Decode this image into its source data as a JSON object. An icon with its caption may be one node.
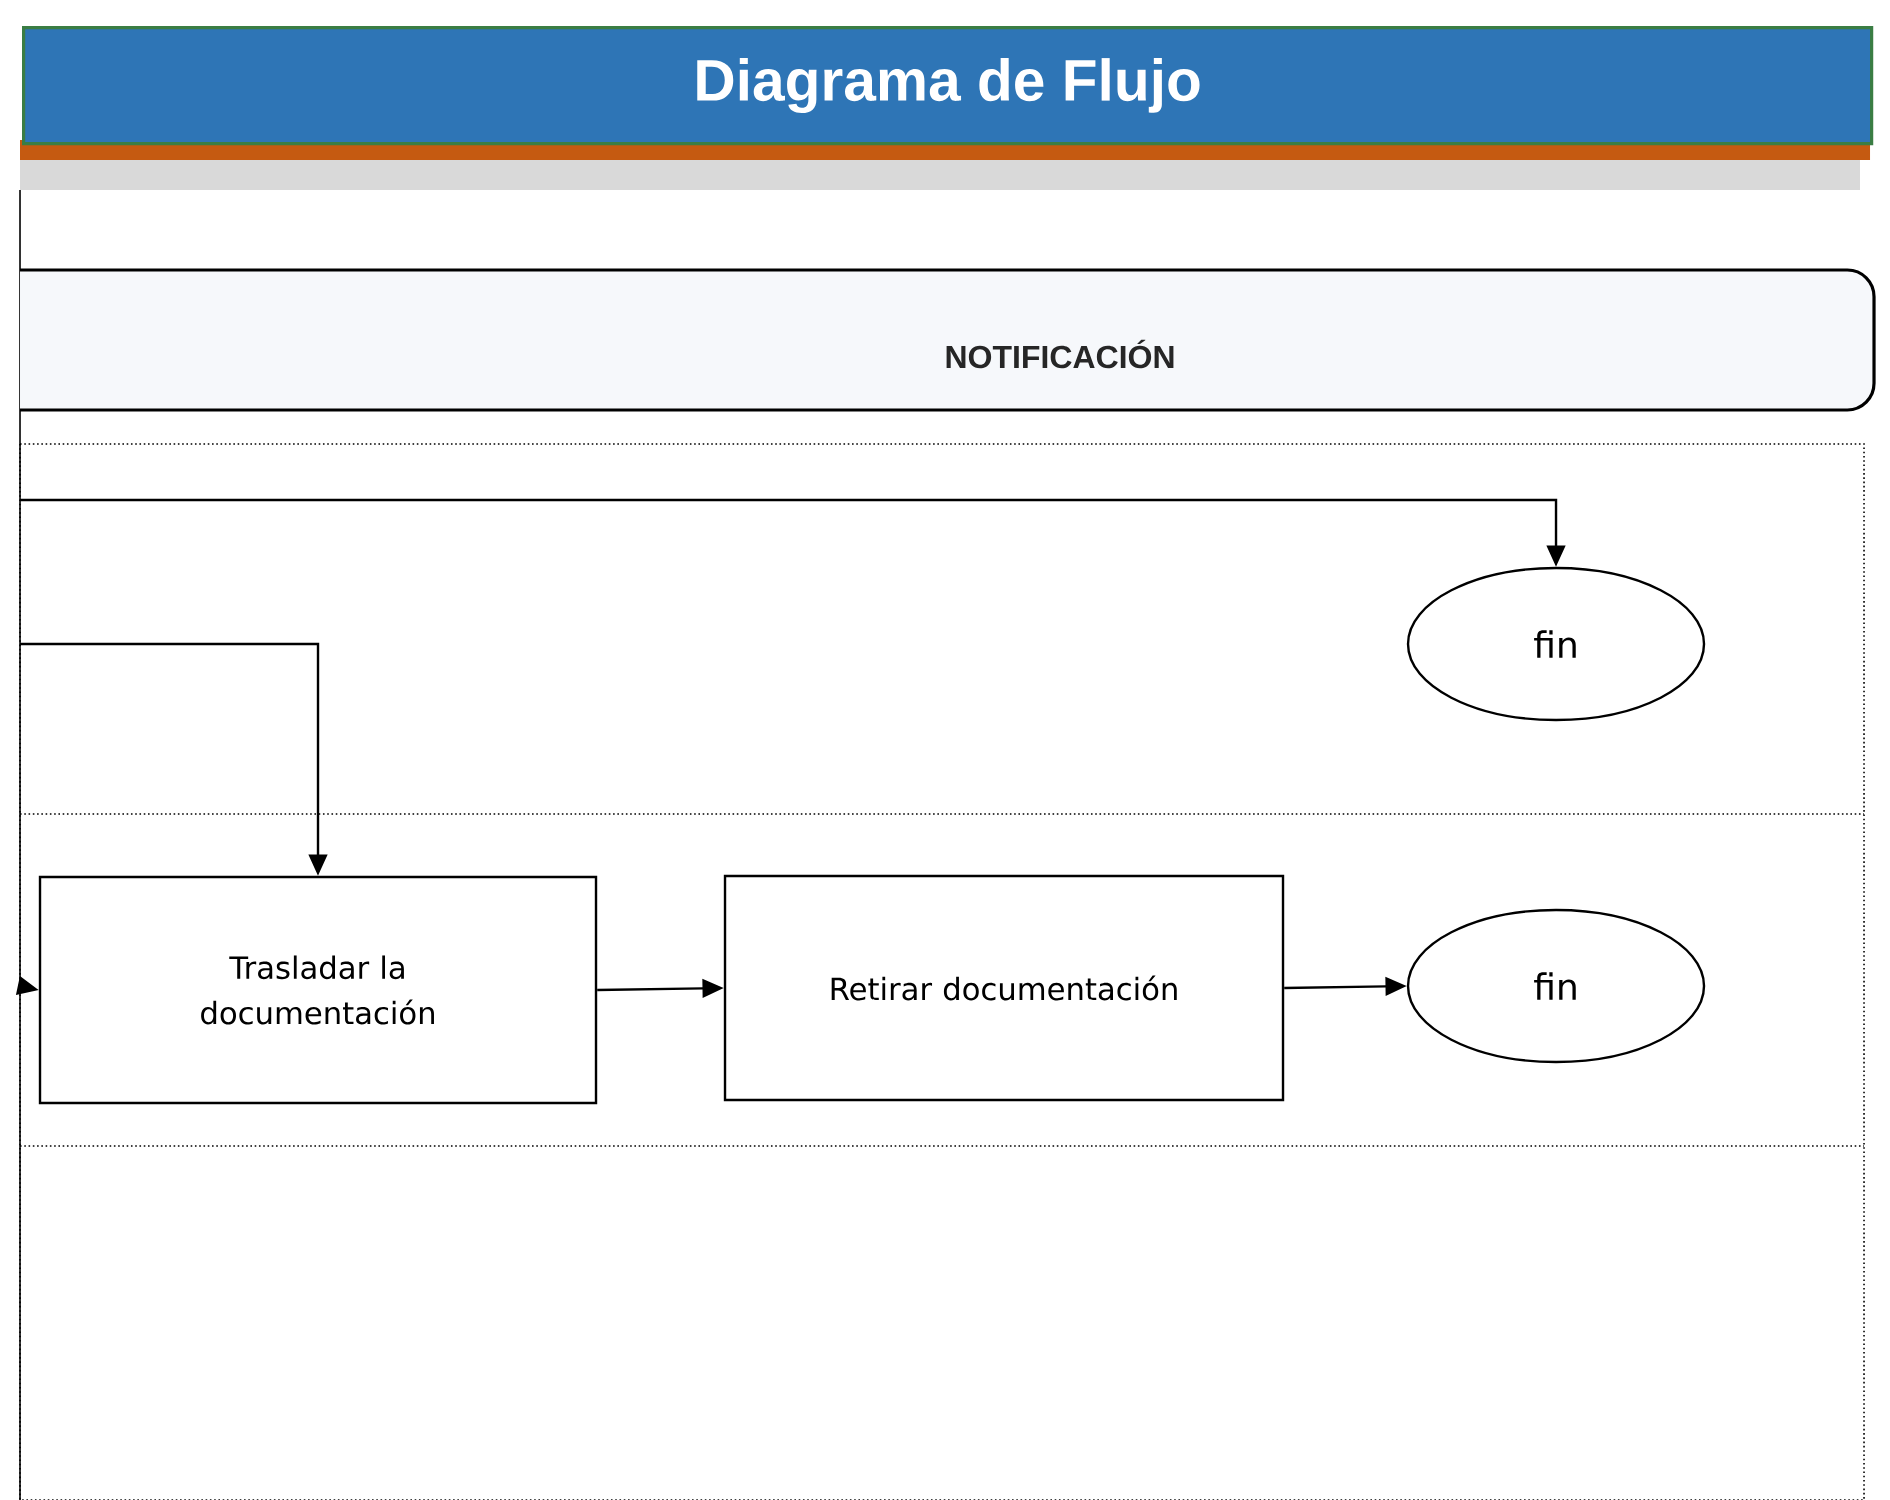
{
  "diagram": {
    "title": "Diagrama de Flujo",
    "nodes": [
      {
        "text": [
          "NOTIFICACIÓN"
        ]
      },
      {
        "text": [
          "fin"
        ]
      },
      {
        "text": [
          "Trasladar la documentación"
        ]
      },
      {
        "text": [
          "Retirar documentación"
        ]
      },
      {
        "text": [
          "fin"
        ]
      }
    ],
    "edges": [
      {
        "from": null,
        "to": 1,
        "arrow": "to"
      },
      {
        "from": null,
        "to": 2,
        "arrow": "to"
      },
      {
        "from": null,
        "to": 2,
        "arrow": "to"
      },
      {
        "from": 2,
        "to": 3,
        "arrow": "to"
      },
      {
        "from": 3,
        "to": 4,
        "arrow": "to"
      }
    ]
  }
}
